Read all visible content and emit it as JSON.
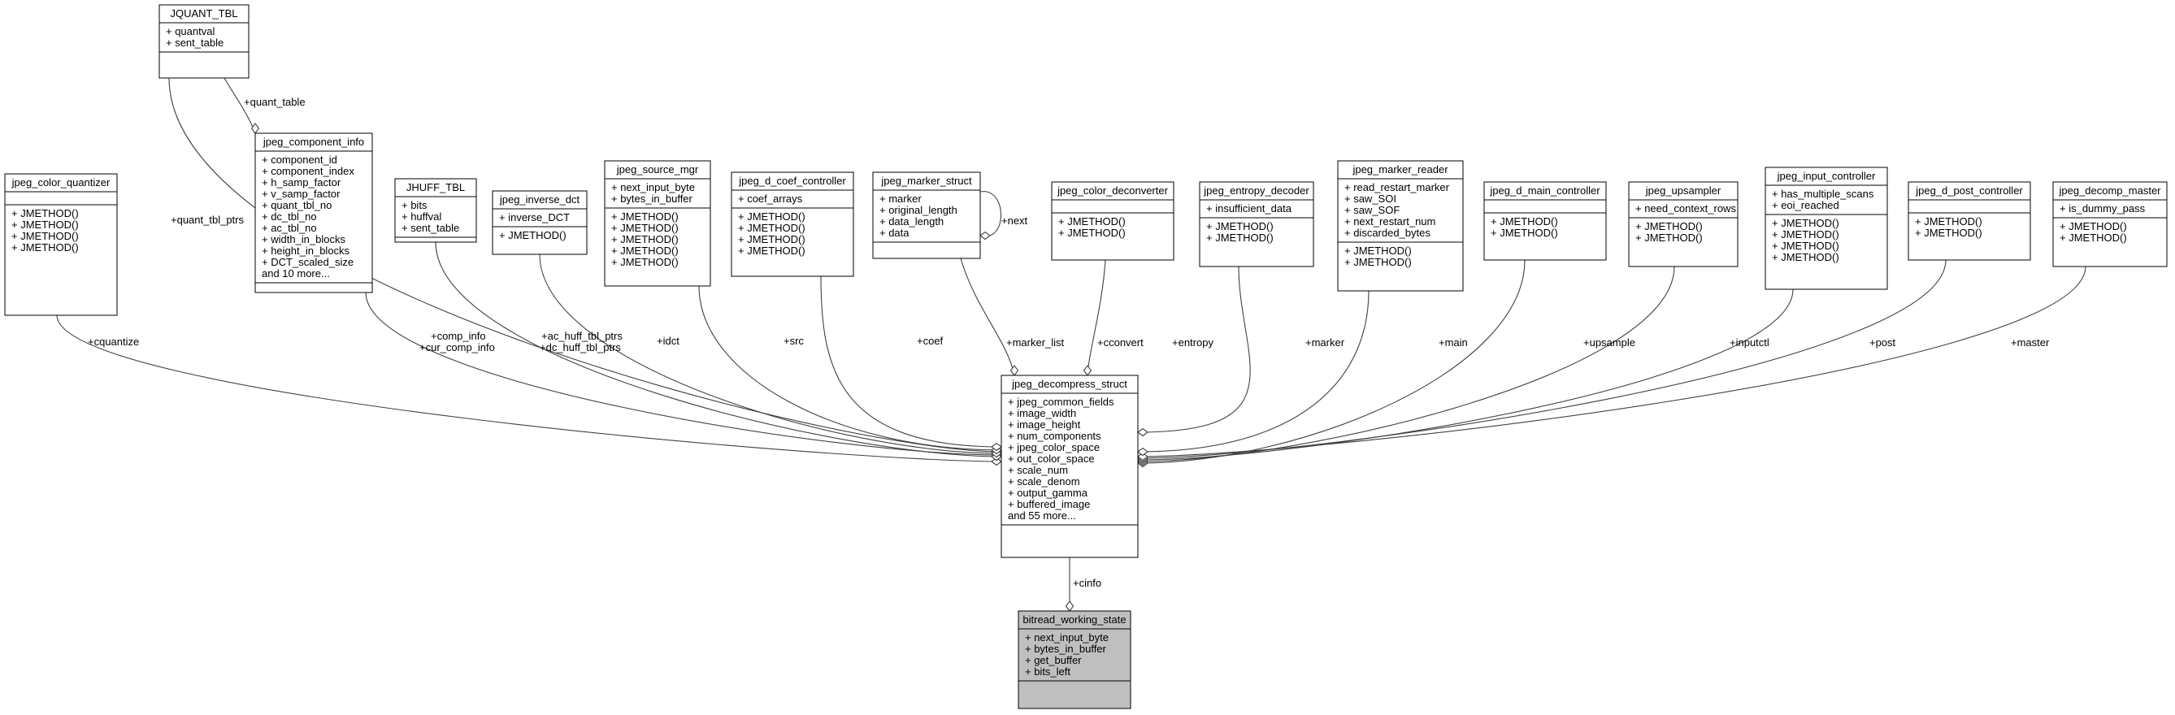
{
  "diagram": {
    "colors": {
      "box_fill": "#ffffff",
      "highlight_fill": "#bfbfbf",
      "stroke": "#000000",
      "edge": "#404040"
    },
    "nodes": [
      {
        "id": "jquant_tbl",
        "title": "JQUANT_TBL",
        "attrs": [
          "+ quantval",
          "+ sent_table"
        ],
        "methods": []
      },
      {
        "id": "jpeg_color_quantizer",
        "title": "jpeg_color_quantizer",
        "attrs": [],
        "methods": [
          "+ JMETHOD()",
          "+ JMETHOD()",
          "+ JMETHOD()",
          "+ JMETHOD()"
        ]
      },
      {
        "id": "jpeg_component_info",
        "title": "jpeg_component_info",
        "attrs": [
          "+ component_id",
          "+ component_index",
          "+ h_samp_factor",
          "+ v_samp_factor",
          "+ quant_tbl_no",
          "+ dc_tbl_no",
          "+ ac_tbl_no",
          "+ width_in_blocks",
          "+ height_in_blocks",
          "+ DCT_scaled_size",
          "and 10 more..."
        ],
        "methods": []
      },
      {
        "id": "jhuff_tbl",
        "title": "JHUFF_TBL",
        "attrs": [
          "+ bits",
          "+ huffval",
          "+ sent_table"
        ],
        "methods": []
      },
      {
        "id": "jpeg_inverse_dct",
        "title": "jpeg_inverse_dct",
        "attrs": [
          "+ inverse_DCT"
        ],
        "methods": [
          "+ JMETHOD()"
        ]
      },
      {
        "id": "jpeg_source_mgr",
        "title": "jpeg_source_mgr",
        "attrs": [
          "+ next_input_byte",
          "+ bytes_in_buffer"
        ],
        "methods": [
          "+ JMETHOD()",
          "+ JMETHOD()",
          "+ JMETHOD()",
          "+ JMETHOD()",
          "+ JMETHOD()"
        ]
      },
      {
        "id": "jpeg_d_coef_controller",
        "title": "jpeg_d_coef_controller",
        "attrs": [
          "+ coef_arrays"
        ],
        "methods": [
          "+ JMETHOD()",
          "+ JMETHOD()",
          "+ JMETHOD()",
          "+ JMETHOD()"
        ]
      },
      {
        "id": "jpeg_marker_struct",
        "title": "jpeg_marker_struct",
        "attrs": [
          "+ marker",
          "+ original_length",
          "+ data_length",
          "+ data"
        ],
        "methods": []
      },
      {
        "id": "jpeg_color_deconverter",
        "title": "jpeg_color_deconverter",
        "attrs": [],
        "methods": [
          "+ JMETHOD()",
          "+ JMETHOD()"
        ]
      },
      {
        "id": "jpeg_entropy_decoder",
        "title": "jpeg_entropy_decoder",
        "attrs": [
          "+ insufficient_data"
        ],
        "methods": [
          "+ JMETHOD()",
          "+ JMETHOD()"
        ]
      },
      {
        "id": "jpeg_marker_reader",
        "title": "jpeg_marker_reader",
        "attrs": [
          "+ read_restart_marker",
          "+ saw_SOI",
          "+ saw_SOF",
          "+ next_restart_num",
          "+ discarded_bytes"
        ],
        "methods": [
          "+ JMETHOD()",
          "+ JMETHOD()"
        ]
      },
      {
        "id": "jpeg_d_main_controller",
        "title": "jpeg_d_main_controller",
        "attrs": [],
        "methods": [
          "+ JMETHOD()",
          "+ JMETHOD()"
        ]
      },
      {
        "id": "jpeg_upsampler",
        "title": "jpeg_upsampler",
        "attrs": [
          "+ need_context_rows"
        ],
        "methods": [
          "+ JMETHOD()",
          "+ JMETHOD()"
        ]
      },
      {
        "id": "jpeg_input_controller",
        "title": "jpeg_input_controller",
        "attrs": [
          "+ has_multiple_scans",
          "+ eoi_reached"
        ],
        "methods": [
          "+ JMETHOD()",
          "+ JMETHOD()",
          "+ JMETHOD()",
          "+ JMETHOD()"
        ]
      },
      {
        "id": "jpeg_d_post_controller",
        "title": "jpeg_d_post_controller",
        "attrs": [],
        "methods": [
          "+ JMETHOD()",
          "+ JMETHOD()"
        ]
      },
      {
        "id": "jpeg_decomp_master",
        "title": "jpeg_decomp_master",
        "attrs": [
          "+ is_dummy_pass"
        ],
        "methods": [
          "+ JMETHOD()",
          "+ JMETHOD()"
        ]
      },
      {
        "id": "jpeg_decompress_struct",
        "title": "jpeg_decompress_struct",
        "attrs": [
          "+ jpeg_common_fields",
          "+ image_width",
          "+ image_height",
          "+ num_components",
          "+ jpeg_color_space",
          "+ out_color_space",
          "+ scale_num",
          "+ scale_denom",
          "+ output_gamma",
          "+ buffered_image",
          "and 55 more..."
        ],
        "methods": []
      },
      {
        "id": "bitread_working_state",
        "title": "bitread_working_state",
        "attrs": [
          "+ next_input_byte",
          "+ bytes_in_buffer",
          "+ get_buffer",
          "+ bits_left"
        ],
        "methods": [],
        "highlight": true
      }
    ],
    "edge_labels": [
      "+quant_table",
      "+quant_tbl_ptrs",
      "+cquantize",
      "+comp_info",
      "+cur_comp_info",
      "+ac_huff_tbl_ptrs",
      "+dc_huff_tbl_ptrs",
      "+idct",
      "+src",
      "+coef",
      "+marker_list",
      "+next",
      "+cconvert",
      "+entropy",
      "+marker",
      "+main",
      "+upsample",
      "+inputctl",
      "+post",
      "+master",
      "+cinfo"
    ]
  }
}
